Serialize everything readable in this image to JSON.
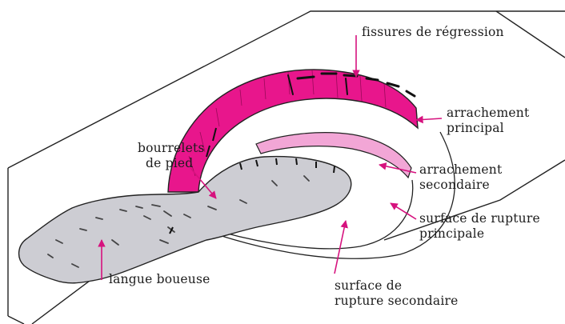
{
  "labels": {
    "fissures": "fissures de régression",
    "arrachement_principal_1": "arrachement",
    "arrachement_principal_2": "principal",
    "bourrelets_1": "bourrelets",
    "bourrelets_2": "de pied",
    "arrachement_secondaire_1": "arrachement",
    "arrachement_secondaire_2": "secondaire",
    "surface_principale_1": "surface de rupture",
    "surface_principale_2": "principale",
    "langue": "langue boueuse",
    "surface_secondaire_1": "surface de",
    "surface_secondaire_2": "rupture secondaire"
  },
  "colors": {
    "scarp": "#e8168c",
    "scarp_secondary": "#f2a6d6",
    "mud": "#cdcdd3",
    "outline": "#222222",
    "arrow": "#d6127e"
  }
}
